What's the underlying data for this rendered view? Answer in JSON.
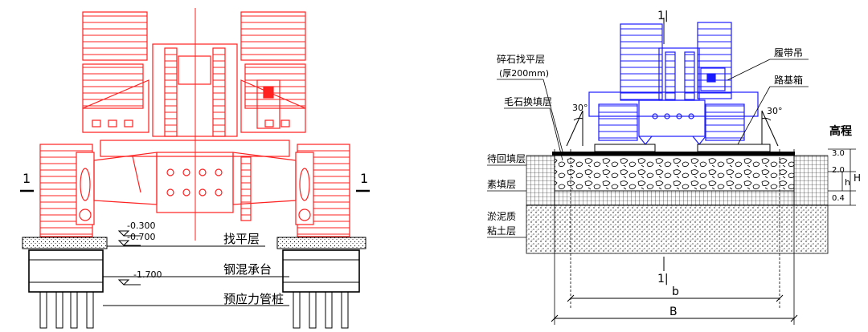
{
  "colors": {
    "crane_red": "#ff2020",
    "crane_blue": "#1a1aff",
    "line": "#000000"
  },
  "left": {
    "section_mark_left": "1",
    "section_mark_right": "1",
    "elev_1": "-0.300",
    "elev_2": "-0.700",
    "elev_3": "-1.700",
    "label_leveling": "找平层",
    "label_pile_cap": "钢混承台",
    "label_pile": "预应力管桩"
  },
  "right": {
    "section_top": "1|",
    "section_bottom": "1|",
    "label_gravel": "碎石找平层",
    "label_gravel_thk": "(厚200mm)",
    "label_rubble": "毛石换填层",
    "label_crawler": "履带吊",
    "label_roadbox": "路基箱",
    "angle_left": "30°",
    "angle_right": "30°",
    "elev_title": "高程",
    "layer_backfill": "待回填层",
    "layer_plain_fill": "素填层",
    "layer_silty_1": "淤泥质",
    "layer_silty_2": "粘土层",
    "dim_b": "b",
    "dim_B": "B",
    "dim_H": "H",
    "dim_h": "h",
    "elev_30": "3.0",
    "elev_20": "2.0",
    "elev_04": "0.4"
  }
}
